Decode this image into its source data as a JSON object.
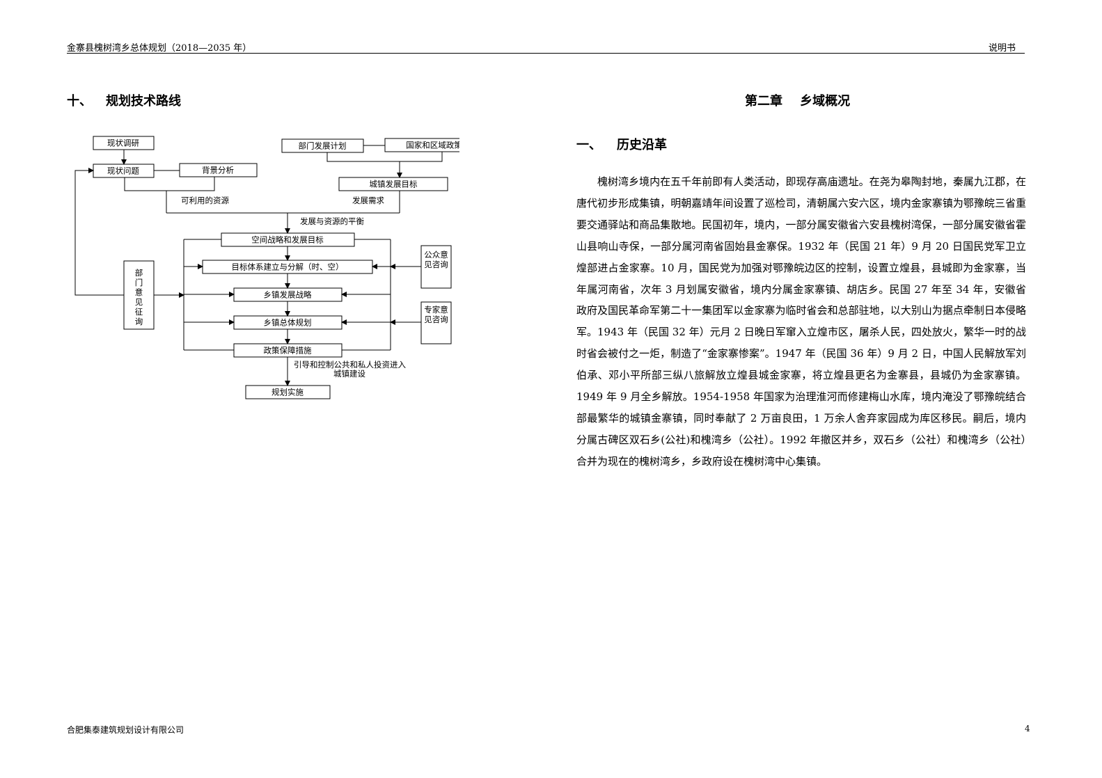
{
  "header": {
    "title": "金寨县槐树湾乡总体规划（2018—2035 年）",
    "doc_type": "说明书"
  },
  "left_section": {
    "number": "十、",
    "title": "规划技术路线"
  },
  "flowchart": {
    "boxes": {
      "status_survey": "现状调研",
      "status_problems": "现状问题",
      "background": "背景分析",
      "dept_plan": "部门发展计划",
      "national_policy": "国家和区域政策目标",
      "town_goal": "城镇发展目标",
      "spatial_strategy": "空间战略和发展目标",
      "target_system": "目标体系建立与分解（时、空）",
      "town_strategy": "乡镇发展战略",
      "town_master_plan": "乡镇总体规划",
      "policy_measures": "政策保障措施",
      "implementation": "规划实施",
      "dept_consult": "部门意见征询",
      "public_consult_1": "公众意",
      "public_consult_2": "见咨询",
      "expert_consult_1": "专家意",
      "expert_consult_2": "见咨询"
    },
    "labels": {
      "available_resources": "可利用的资源",
      "dev_demand": "发展需求",
      "balance": "发展与资源的平衡",
      "guide_1": "引导和控制公共和私人投资进入",
      "guide_2": "城镇建设"
    }
  },
  "right_section": {
    "chapter": "第二章    乡域概况",
    "sub_number": "一、",
    "sub_title": "历史沿革",
    "paragraph": "槐树湾乡境内在五千年前即有人类活动，即现存高庙遗址。在尧为皋陶封地，秦属九江郡，在唐代初步形成集镇，明朝嘉靖年间设置了巡检司，清朝属六安六区，境内金家寨镇为鄂豫皖三省重要交通驿站和商品集散地。民国初年，境内，一部分属安徽省六安县槐树湾保，一部分属安徽省霍山县响山寺保，一部分属河南省固始县金寨保。1932 年（民国 21 年）9 月 20 日国民党军卫立煌部进占金家寨。10 月，国民党为加强对鄂豫皖边区的控制，设置立煌县，县城即为金家寨，当年属河南省，次年 3 月划属安徽省，境内分属金家寨镇、胡店乡。民国 27 年至 34 年，安徽省政府及国民革命军第二十一集团军以金家寨为临时省会和总部驻地，以大别山为据点牵制日本侵略军。1943 年（民国 32 年）元月 2 日晚日军窜入立煌市区，屠杀人民，四处放火，繁华一时的战时省会被付之一炬，制造了“金家寨惨案”。1947 年（民国 36 年）9 月 2 日，中国人民解放军刘伯承、邓小平所部三纵八旅解放立煌县城金家寨，将立煌县更名为金寨县，县城仍为金家寨镇。1949 年 9 月全乡解放。1954-1958 年国家为治理淮河而修建梅山水库，境内淹没了鄂豫皖结合部最繁华的城镇金寨镇，同时奉献了 2 万亩良田，1 万余人舍弃家园成为库区移民。嗣后，境内分属古碑区双石乡(公社)和槐湾乡（公社）。1992 年撤区并乡，双石乡（公社）和槐湾乡（公社）合并为现在的槐树湾乡，乡政府设在槐树湾中心集镇。"
  },
  "footer": {
    "company": "合肥集泰建筑规划设计有限公司",
    "page_number": "4"
  }
}
